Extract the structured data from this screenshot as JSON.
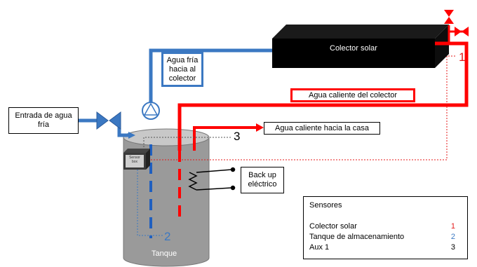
{
  "labels": {
    "collector": "Colector solar",
    "cold_to_collector": "Agua fría hacia al colector",
    "hot_from_collector": "Agua caliente del colector",
    "cold_water_inlet": "Entrada de agua fría",
    "hot_to_house": "Agua caliente hacia la casa",
    "backup": "Back up eléctrico",
    "tank": "Tanque",
    "sensor_box": "Sensor box",
    "marker_1": "1",
    "marker_2": "2",
    "marker_3": "3"
  },
  "legend": {
    "title": "Sensores",
    "rows": [
      {
        "name": "Colector solar",
        "value": "1",
        "color": "#e41a1a"
      },
      {
        "name": "Tanque de almacenamiento",
        "value": "2",
        "color": "#3b78c2"
      },
      {
        "name": "Aux 1",
        "value": "3",
        "color": "#000000"
      }
    ]
  },
  "colors": {
    "hot": "#ff0000",
    "cold": "#3b78c2",
    "collector": "#000000",
    "tank": "#9a9a9a"
  }
}
